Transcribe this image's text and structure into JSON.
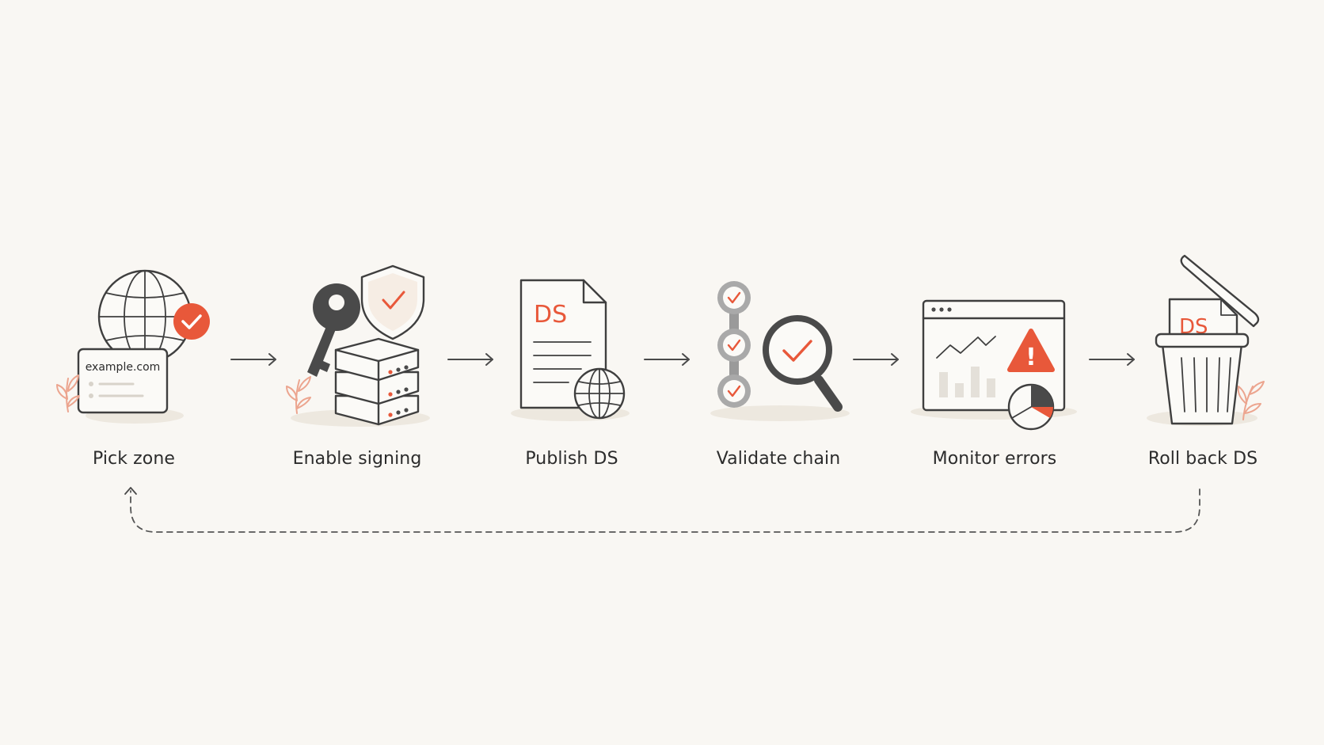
{
  "diagram": {
    "steps": [
      {
        "id": "pick-zone",
        "label": "Pick zone",
        "icon": "globe-domain-icon",
        "card_text": "example.com"
      },
      {
        "id": "enable-signing",
        "label": "Enable signing",
        "icon": "key-shield-server-icon"
      },
      {
        "id": "publish-ds",
        "label": "Publish DS",
        "icon": "ds-document-globe-icon",
        "doc_text": "DS"
      },
      {
        "id": "validate-chain",
        "label": "Validate chain",
        "icon": "chain-magnifier-icon"
      },
      {
        "id": "monitor-errors",
        "label": "Monitor errors",
        "icon": "dashboard-warning-icon",
        "warning_text": "!"
      },
      {
        "id": "roll-back-ds",
        "label": "Roll back DS",
        "icon": "ds-trash-icon",
        "doc_text": "DS"
      }
    ],
    "flow": "left-to-right",
    "loop": {
      "from": "roll-back-ds",
      "to": "pick-zone",
      "style": "dashed"
    }
  },
  "colors": {
    "background": "#f9f7f3",
    "accent": "#e8583a",
    "stroke": "#3f3f3f",
    "shadow": "#ede8df"
  }
}
